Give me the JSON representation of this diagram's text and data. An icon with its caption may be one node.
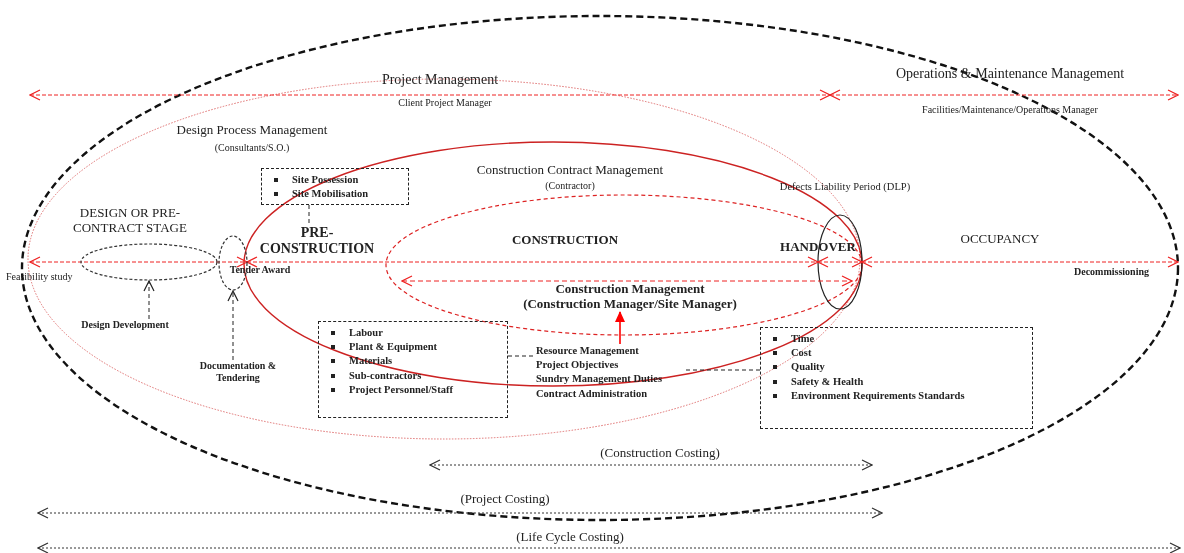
{
  "diagram": {
    "nodes": [
      {
        "text": [
          "Site Possession",
          "Site Mobilisation"
        ]
      },
      {
        "text": [
          "PRE-CONSTRUCTION"
        ]
      },
      {
        "text": [],
        "shape": "ellipse"
      },
      {
        "text": [
          "Design Development"
        ]
      },
      {
        "text": [],
        "shape": "ellipse"
      },
      {
        "text": [
          "Documentation & Tendering"
        ]
      },
      {
        "text": [
          "Labour",
          "Plant & Equipment",
          "Materials",
          "Sub-contractors",
          "Project Personnel/Staff"
        ]
      },
      {
        "text": [
          "Resource Management",
          "Project Objectives",
          "Sundry Management Duties",
          "Contract Administration"
        ]
      },
      {
        "text": [
          "Time",
          "Cost",
          "Quality",
          "Safety & Health",
          "Environment Requirements Standards"
        ]
      },
      {
        "text": [
          "Construction Management",
          "(Construction Manager/Site Manager)"
        ]
      }
    ],
    "edges": [
      {
        "from": 0,
        "to": 1,
        "arrow": "none",
        "style": "dashed"
      },
      {
        "from": 3,
        "to": 2,
        "arrow": "to",
        "style": "dashed"
      },
      {
        "from": 5,
        "to": 4,
        "arrow": "to",
        "style": "dashed"
      },
      {
        "from": 6,
        "to": 7,
        "arrow": "none",
        "style": "dashed"
      },
      {
        "from": 7,
        "to": 8,
        "arrow": "none",
        "style": "dashed"
      },
      {
        "from": 7,
        "to": 9,
        "arrow": "to",
        "color": "#ff0000"
      }
    ],
    "labels": [
      "Project Management",
      "Operations & Maintenance Management",
      "Client Project Manager",
      "Facilities/Maintenance/Operations Manager",
      "Design Process Management",
      "(Consultants/S.O.)",
      "Construction Contract Management",
      "(Contractor)",
      "Defects Liability Period (DLP)",
      "DESIGN OR PRE-CONTRACT STAGE",
      "CONSTRUCTION",
      "OCCUPANCY",
      "HANDOVER",
      "Feasibility study",
      "Tender Award",
      "Decommissioning",
      "(Construction Costing)",
      "(Project Costing)",
      "(Life Cycle Costing)"
    ]
  }
}
